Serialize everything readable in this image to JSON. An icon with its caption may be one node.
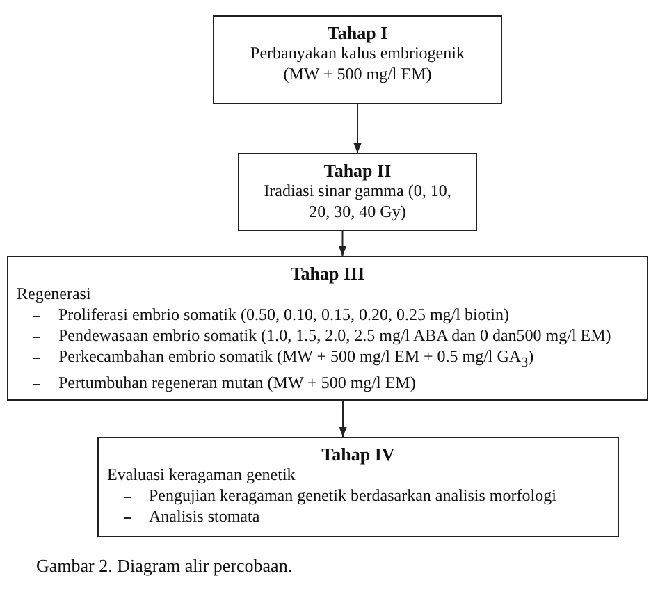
{
  "diagram": {
    "caption": "Gambar 2. Diagram alir percobaan.",
    "nodes": [
      {
        "text": [
          "Tahap I",
          "Perbanyakan kalus embriogenik (MW + 500 mg/l EM)"
        ]
      },
      {
        "text": [
          "Tahap II",
          "Iradiasi sinar gamma (0, 10, 20, 30, 40 Gy)"
        ]
      },
      {
        "text": [
          "Tahap III",
          "Regenerasi",
          "Proliferasi embrio somatik (0.50, 0.10, 0.15, 0.20, 0.25 mg/l biotin)",
          "Pendewasaan embrio somatik (1.0, 1.5, 2.0, 2.5 mg/l ABA dan 0 dan500 mg/l EM)",
          "Perkecambahan embrio somatik (MW + 500 mg/l EM + 0.5 mg/l GA$_{3}$)",
          "Pertumbuhan regeneran mutan (MW + 500 mg/l EM)"
        ]
      },
      {
        "text": [
          "Tahap IV",
          "Evaluasi keragaman genetik",
          "Pengujian keragaman genetik berdasarkan analisis morfologi",
          "Analisis stomata"
        ]
      }
    ],
    "edges": [
      {
        "from": 0,
        "to": 1,
        "arrow": "to"
      },
      {
        "from": 1,
        "to": 2,
        "arrow": "to"
      },
      {
        "from": 2,
        "to": 3,
        "arrow": "to"
      }
    ]
  }
}
